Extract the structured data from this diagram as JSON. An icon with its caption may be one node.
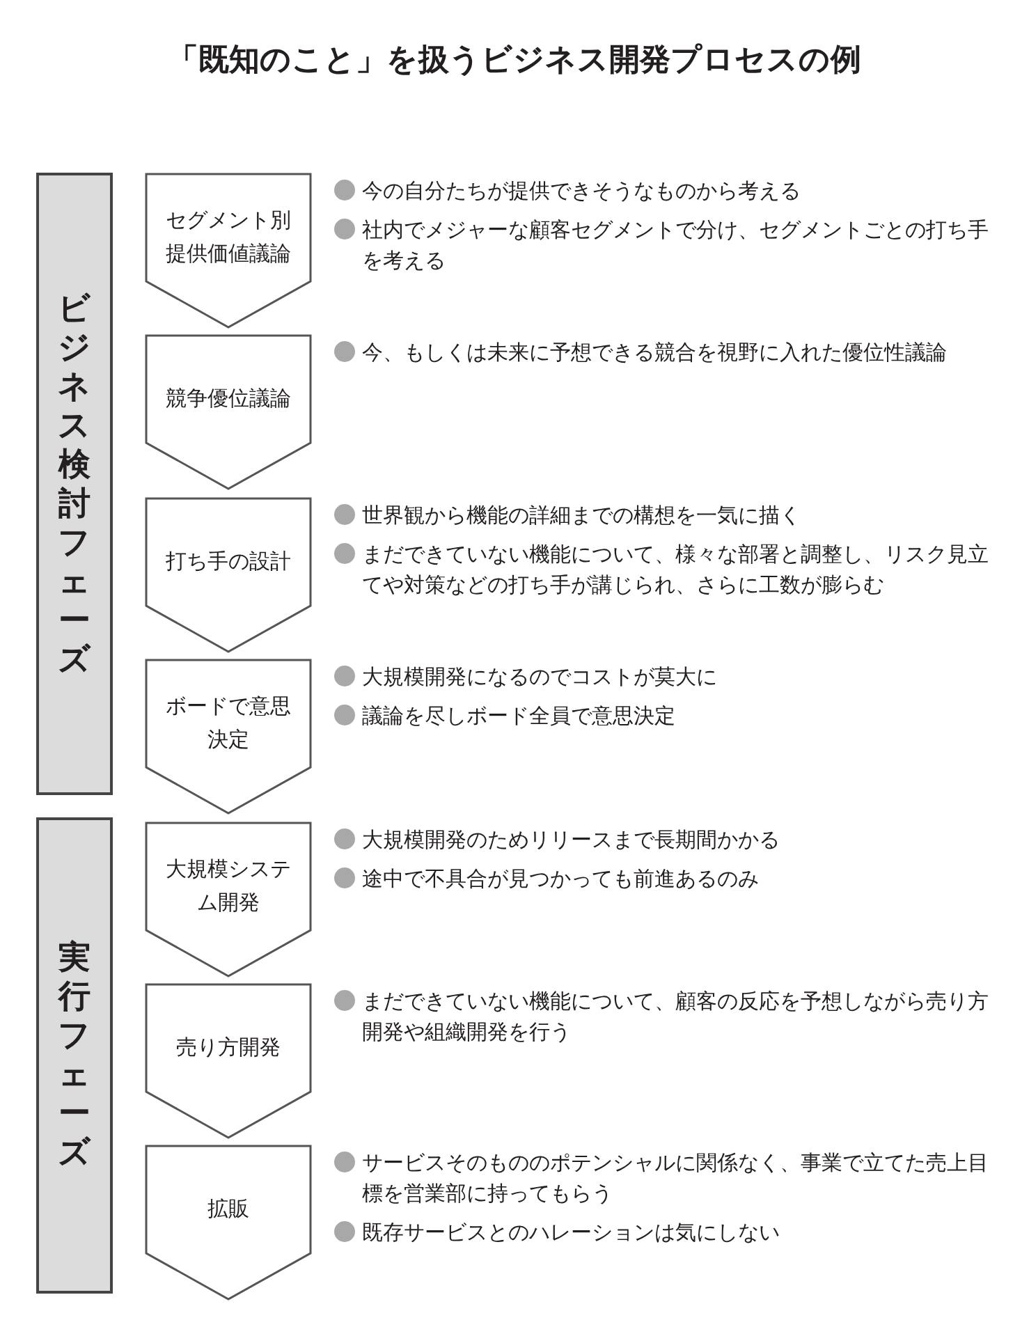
{
  "diagram": {
    "title": "「既知のこと」を扱うビジネス開発プロセスの例",
    "nodes": [
      {
        "text": [
          "ビジネス検討フェーズ"
        ]
      },
      {
        "text": [
          "実行フェーズ"
        ]
      },
      {
        "text": [
          "セグメント別提供価値議論"
        ],
        "beside": [
          "今の自分たちが提供できそうなものから考える",
          "社内でメジャーな顧客セグメントで分け、セグメントごとの打ち手を考える"
        ]
      },
      {
        "text": [
          "競争優位議論"
        ],
        "beside": [
          "今、もしくは未来に予想できる競合を視野に入れた優位性議論"
        ]
      },
      {
        "text": [
          "打ち手の設計"
        ],
        "beside": [
          "世界観から機能の詳細までの構想を一気に描く",
          "まだできていない機能について、様々な部署と調整し、リスク見立てや対策などの打ち手が講じられ、さらに工数が膨らむ"
        ]
      },
      {
        "text": [
          "ボードで意思決定"
        ],
        "beside": [
          "大規模開発になるのでコストが莫大に",
          "議論を尽しボード全員で意思決定"
        ]
      },
      {
        "text": [
          "大規模システム開発"
        ],
        "beside": [
          "大規模開発のためリリースまで長期間かかる",
          "途中で不具合が見つかっても前進あるのみ"
        ]
      },
      {
        "text": [
          "売り方開発"
        ],
        "beside": [
          "まだできていない機能について、顧客の反応を予想しながら売り方開発や組織開発を行う"
        ]
      },
      {
        "text": [
          "拡販"
        ],
        "beside": [
          "サービスそのもののポテンシャルに関係なく、事業で立てた売上目標を営業部に持ってもらう",
          "既存サービスとのハレーションは気にしない"
        ]
      }
    ]
  }
}
